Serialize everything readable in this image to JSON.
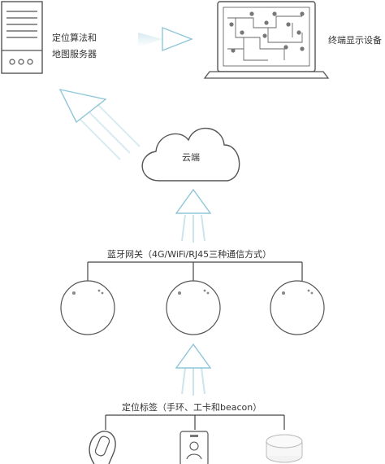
{
  "server": {
    "label_line1": "定位算法和",
    "label_line2": "地图服务器"
  },
  "terminal": {
    "label": "终端显示设备"
  },
  "cloud": {
    "label": "云端"
  },
  "gateway": {
    "label": "蓝牙网关（4G/WiFi/RJ45三种通信方式）",
    "count": 3
  },
  "tags": {
    "label": "定位标签（手环、工卡和beacon）",
    "items": [
      "wristband",
      "badge",
      "beacon"
    ]
  },
  "colors": {
    "arrow_stroke": "#8fc7d8",
    "arrow_fill": "#ffffff",
    "outline": "#555555",
    "line": "#444444"
  }
}
